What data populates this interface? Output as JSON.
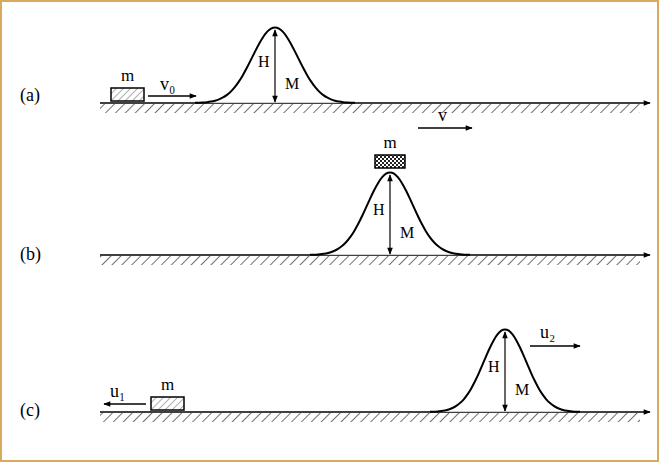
{
  "diagram": {
    "nodes": [
      {
        "text": [
          "m"
        ]
      },
      {
        "text": [
          "H",
          "M"
        ]
      },
      {
        "text": [
          "m"
        ]
      },
      {
        "text": [
          "H",
          "M"
        ]
      },
      {
        "text": [
          "m"
        ]
      },
      {
        "text": [
          "H",
          "M"
        ]
      }
    ],
    "labels": [
      "(a)",
      "v₀",
      "(b)",
      "v",
      "(c)",
      "u₁",
      "u₂"
    ]
  }
}
